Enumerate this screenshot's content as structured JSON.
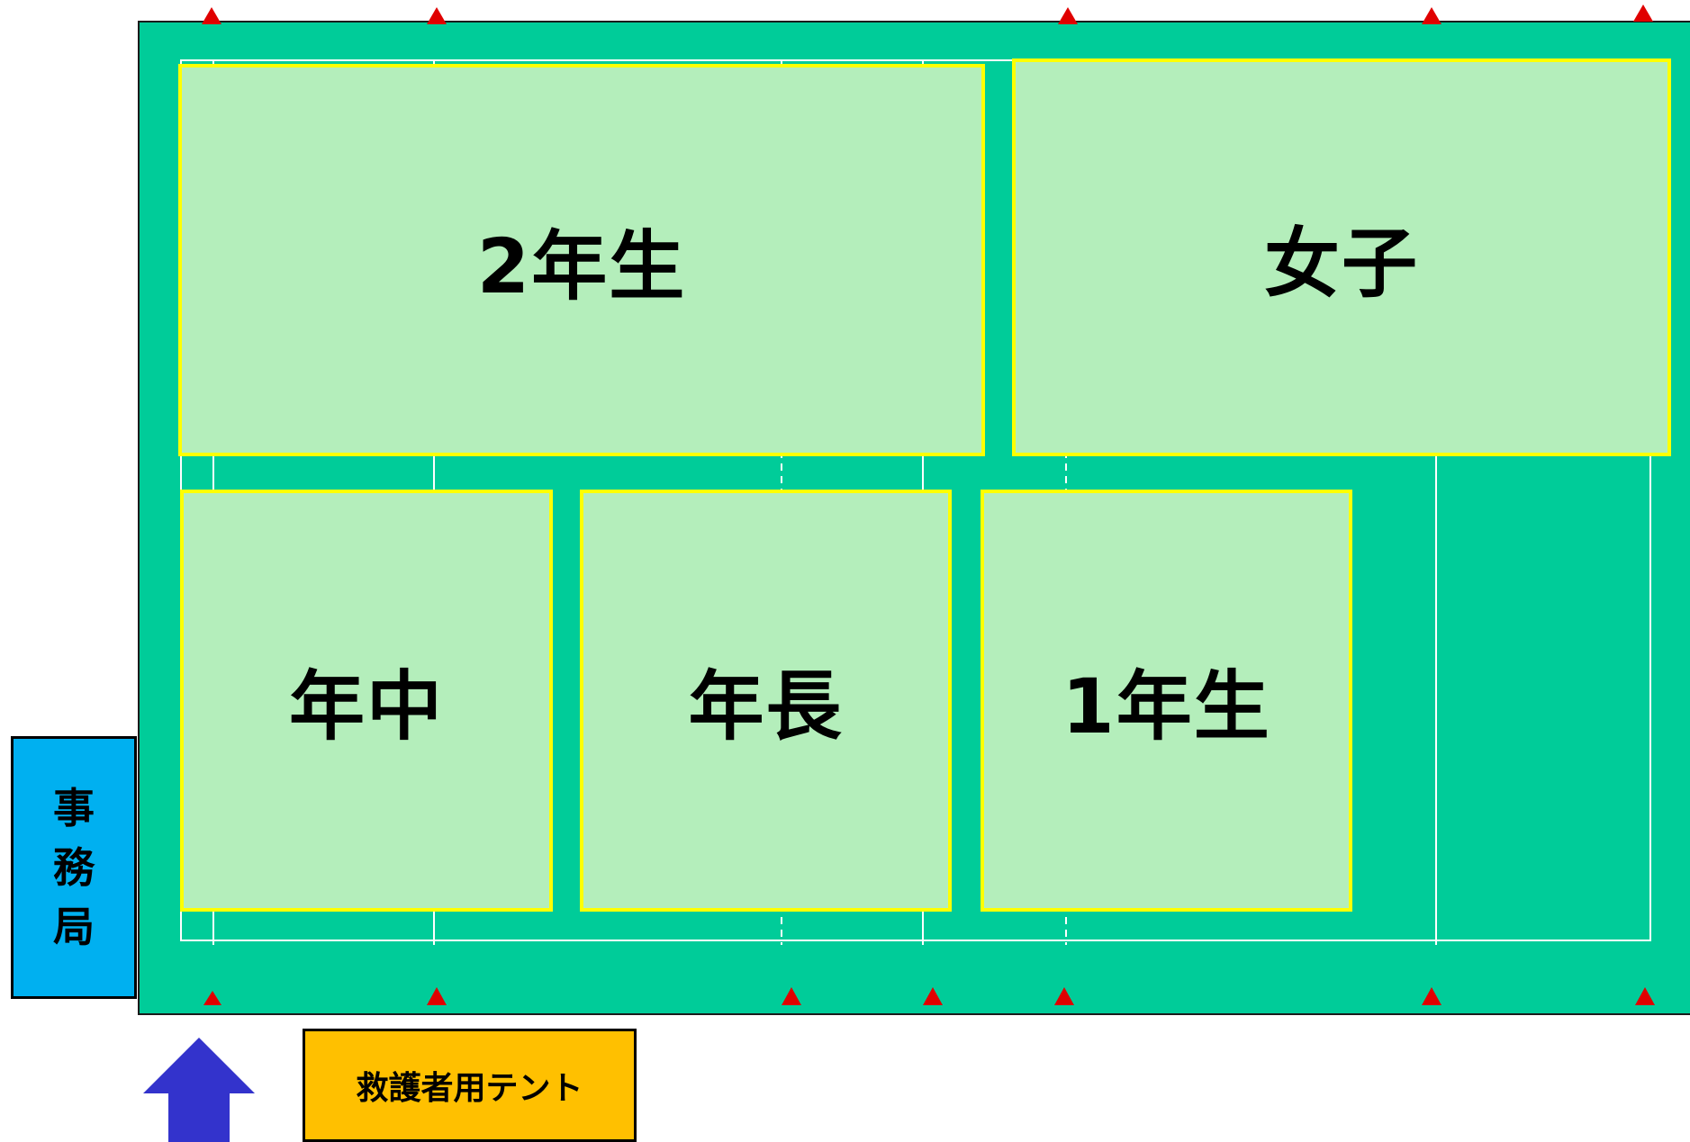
{
  "colors": {
    "field": "#00cc99",
    "zone_fill": "#b4eebb",
    "zone_border": "#ffff00",
    "court_line": "#ffffff",
    "cone": "#e00000",
    "office": "#00b0f0",
    "tent": "#ffc000",
    "entrance_arrow": "#3333cc"
  },
  "zones": {
    "second_grade": "2年生",
    "girls": "女子",
    "nenchu": "年中",
    "nencho": "年長",
    "first_grade": "1年生"
  },
  "office": {
    "label": "事務局"
  },
  "tent": {
    "label": "救護者用テント"
  },
  "icons": {
    "cone": "red-triangle-marker",
    "entrance": "up-arrow-icon"
  }
}
